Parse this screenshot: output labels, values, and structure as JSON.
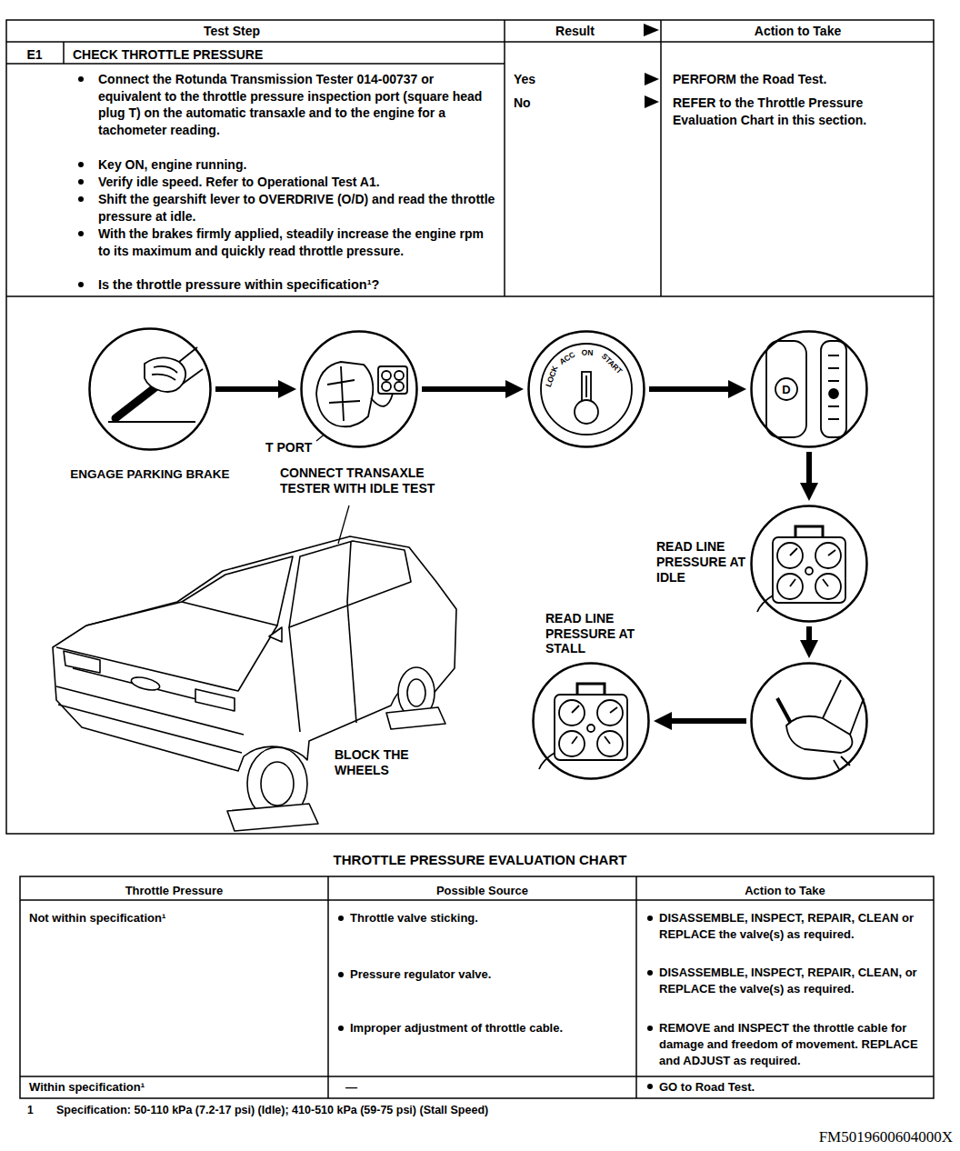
{
  "diagram": {
    "nodes": [
      {
        "text": [
          "ENGAGE PARKING BRAKE"
        ]
      },
      {
        "text": [
          "T PORT",
          "CONNECT TRANSAXLE TESTER WITH IDLE TEST"
        ]
      },
      {
        "text": [
          "LOCK",
          "ACC",
          "ON",
          "START"
        ]
      },
      {
        "text": [
          "D"
        ]
      },
      {
        "text": [
          "READ LINE PRESSURE AT IDLE"
        ]
      },
      {
        "text": []
      },
      {
        "text": [
          "READ LINE PRESSURE AT STALL"
        ]
      }
    ],
    "edges": [
      {
        "from": 0,
        "to": 1,
        "arrow": "to"
      },
      {
        "from": 1,
        "to": 2,
        "arrow": "to"
      },
      {
        "from": 2,
        "to": 3,
        "arrow": "to"
      },
      {
        "from": 3,
        "to": 4,
        "arrow": "to"
      },
      {
        "from": 4,
        "to": 5,
        "arrow": "to"
      },
      {
        "from": 5,
        "to": 6,
        "arrow": "to"
      }
    ],
    "labels": [
      "Test Step",
      "Result",
      "Action to Take",
      "E1",
      "CHECK THROTTLE PRESSURE",
      "Connect the Rotunda Transmission Tester 014-00737 or equivalent to the throttle pressure inspection port (square head plug T) on the automatic transaxle and to the engine for a tachometer reading.",
      "Key ON, engine running.",
      "Verify idle speed. Refer to Operational Test A1.",
      "Shift the gearshift lever to OVERDRIVE (O/D) and read the throttle pressure at idle.",
      "With the brakes firmly applied, steadily increase the engine rpm to its maximum and quickly read throttle pressure.",
      "Is the throttle pressure within specification¹?",
      "Yes",
      "No",
      "PERFORM the Road Test.",
      "REFER to the Throttle Pressure Evaluation Chart in this section.",
      "BLOCK THE WHEELS",
      "THROTTLE PRESSURE EVALUATION CHART",
      "Throttle Pressure",
      "Possible Source",
      "Action to Take",
      "Not within specification¹",
      "Throttle valve sticking.",
      "DISASSEMBLE, INSPECT, REPAIR, CLEAN or REPLACE the valve(s) as required.",
      "Pressure regulator valve.",
      "DISASSEMBLE, INSPECT, REPAIR, CLEAN, or REPLACE the valve(s) as required.",
      "Improper adjustment of throttle cable.",
      "REMOVE and INSPECT the throttle cable for damage and freedom of movement. REPLACE and ADJUST as required.",
      "Within specification¹",
      "—",
      "GO to Road Test.",
      "1",
      "Specification: 50-110 kPa (7.2-17 psi) (Idle); 410-510 kPa (59-75 psi) (Stall Speed)",
      "FM5019600604000X"
    ]
  }
}
